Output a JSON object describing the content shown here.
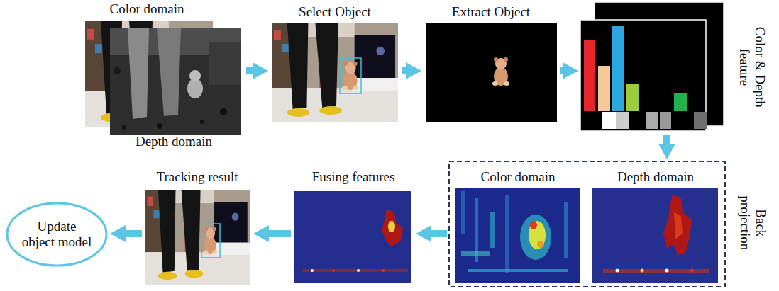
{
  "diagram": {
    "nodes": [
      {
        "text": [
          "Color domain",
          "Depth domain"
        ]
      },
      {
        "text": [
          "Select Object"
        ]
      },
      {
        "text": [
          "Extract Object"
        ]
      },
      {
        "text": [
          "Color & Depth feature"
        ]
      },
      {
        "text": [
          "Back projection"
        ]
      },
      {
        "text": [
          "Color domain"
        ],
        "in": 4
      },
      {
        "text": [
          "Depth domain"
        ],
        "in": 4
      },
      {
        "text": [
          "Fusing features"
        ]
      },
      {
        "text": [
          "Tracking result"
        ]
      },
      {
        "text": [
          "Update object model"
        ]
      }
    ],
    "edges": [
      {
        "from": 0,
        "to": 1,
        "arrow": "to"
      },
      {
        "from": 1,
        "to": 2,
        "arrow": "to"
      },
      {
        "from": 2,
        "to": 3,
        "arrow": "to"
      },
      {
        "from": 3,
        "to": 4,
        "arrow": "to"
      },
      {
        "from": 4,
        "to": 7,
        "arrow": "to"
      },
      {
        "from": 7,
        "to": 8,
        "arrow": "to"
      },
      {
        "from": 8,
        "to": 9,
        "arrow": "to"
      }
    ]
  }
}
